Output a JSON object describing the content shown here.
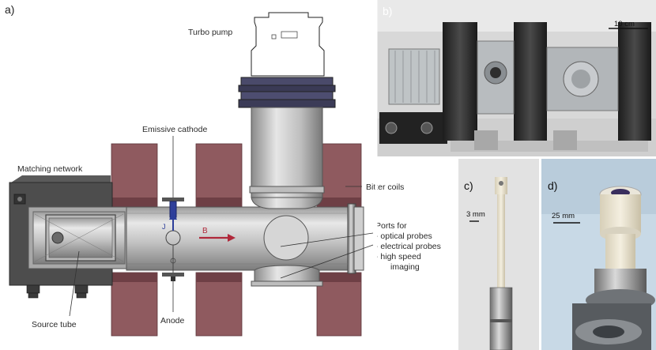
{
  "panels": {
    "a": "a)",
    "b": "b)",
    "c": "c)",
    "d": "d)"
  },
  "labels": {
    "turbo_pump": "Turbo pump",
    "emissive_cathode": "Emissive cathode",
    "matching_network": "Matching network",
    "bitter_coils": "Bitter coils",
    "ports_for": "Ports for",
    "port_optical": "- optical probes",
    "port_electrical": "- electrical probes",
    "port_high_speed": "- high speed",
    "port_imaging": "imaging",
    "source_tube": "Source tube",
    "anode": "Anode",
    "current_symbol": "J",
    "field_symbol": "B"
  },
  "scale_bars": {
    "b": "10 cm",
    "c": "3 mm",
    "d": "25 mm"
  },
  "colors": {
    "coil": "#8f5a5f",
    "coil_dark": "#6e3f45",
    "chamber": "#c9c9c9",
    "arrow_B": "#b0283a",
    "arrow_J": "#2c3e9a"
  }
}
